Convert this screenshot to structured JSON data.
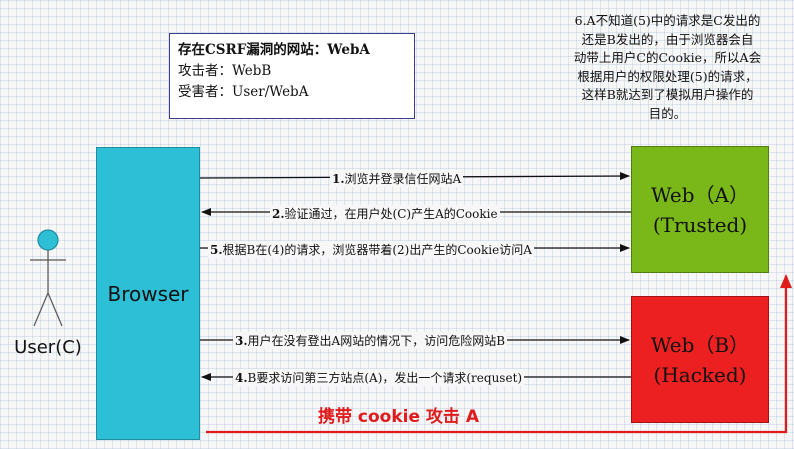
{
  "info_box": {
    "line1": "存在CSRF漏洞的网站：WebA",
    "line2": "攻击者：WebB",
    "line3": "受害者：User/WebA"
  },
  "note": {
    "lines": [
      "6.A不知道(5)中的请求是C发出的",
      "还是B发出的，由于浏览器会自",
      "动带上用户C的Cookie，所以A会",
      "根据用户的权限处理(5)的请求，",
      "这样B就达到了模拟用户操作的",
      "目的。"
    ]
  },
  "actor": {
    "label": "User(C)"
  },
  "browser": {
    "label": "Browser"
  },
  "web_a": {
    "line1": "Web（A）",
    "line2": "(Trusted)",
    "color": "#7ab81a"
  },
  "web_b": {
    "line1": "Web（B）",
    "line2": "(Hacked)",
    "color": "#ec2020"
  },
  "messages": [
    {
      "num": "1.",
      "text": "浏览并登录信任网站A"
    },
    {
      "num": "2.",
      "text": "验证通过，在用户处(C)产生A的Cookie"
    },
    {
      "num": "5.",
      "text": "根据B在(4)的请求，浏览器带着(2)出产生的Cookie访问A"
    },
    {
      "num": "3.",
      "text": "用户在没有登出A网站的情况下，访问危险网站B"
    },
    {
      "num": "4.",
      "text": "B要求访问第三方站点(A)，发出一个请求(requset)"
    }
  ],
  "attack_label": "携带 cookie 攻击 A",
  "colors": {
    "browser": "#2dbfd6",
    "attack": "#e01b1b",
    "actor": "#2dbfd6"
  }
}
